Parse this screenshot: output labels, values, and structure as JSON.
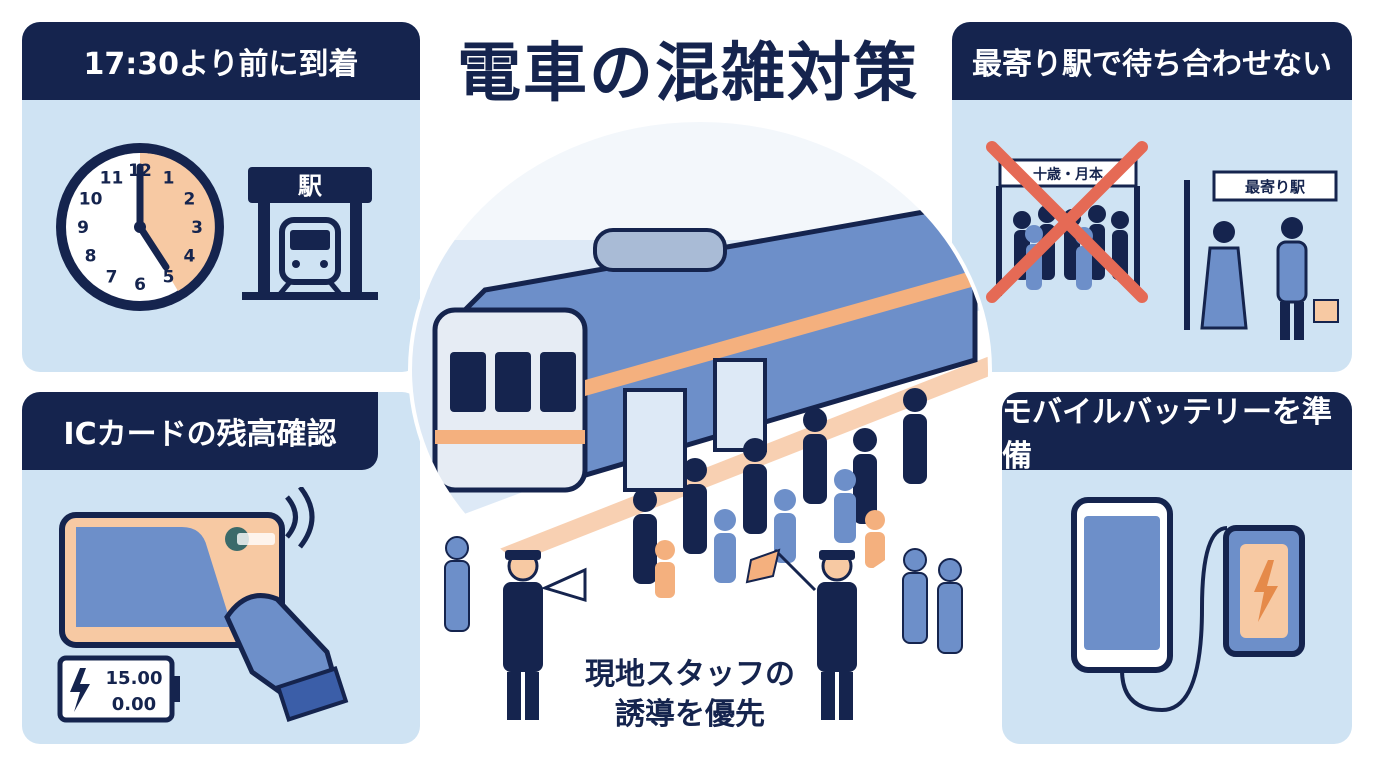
{
  "title": "電車の混雑対策",
  "panels": {
    "arrive": {
      "header": "17:30より前に到着",
      "station_sign": "駅",
      "clock_numbers": [
        "12",
        "1",
        "2",
        "3",
        "4",
        "5",
        "6",
        "7",
        "8",
        "9",
        "10",
        "11"
      ]
    },
    "ic_card": {
      "header": "ICカードの残高確認",
      "balance_top": "15.00",
      "balance_bottom": "0.00"
    },
    "meet": {
      "header": "最寄り駅で待ち合わせない",
      "crowded_sign": "十歳・月本",
      "nearest_sign": "最寄り駅"
    },
    "battery": {
      "header": "モバイルバッテリーを準備"
    }
  },
  "center": {
    "caption_line1": "現地スタッフの",
    "caption_line2": "誘導を優先"
  },
  "colors": {
    "navy": "#15244e",
    "panel_bg": "#cfe3f3",
    "accent_orange": "#f4b07e",
    "cross_red": "#e56a55",
    "blue": "#6d8fc9"
  }
}
